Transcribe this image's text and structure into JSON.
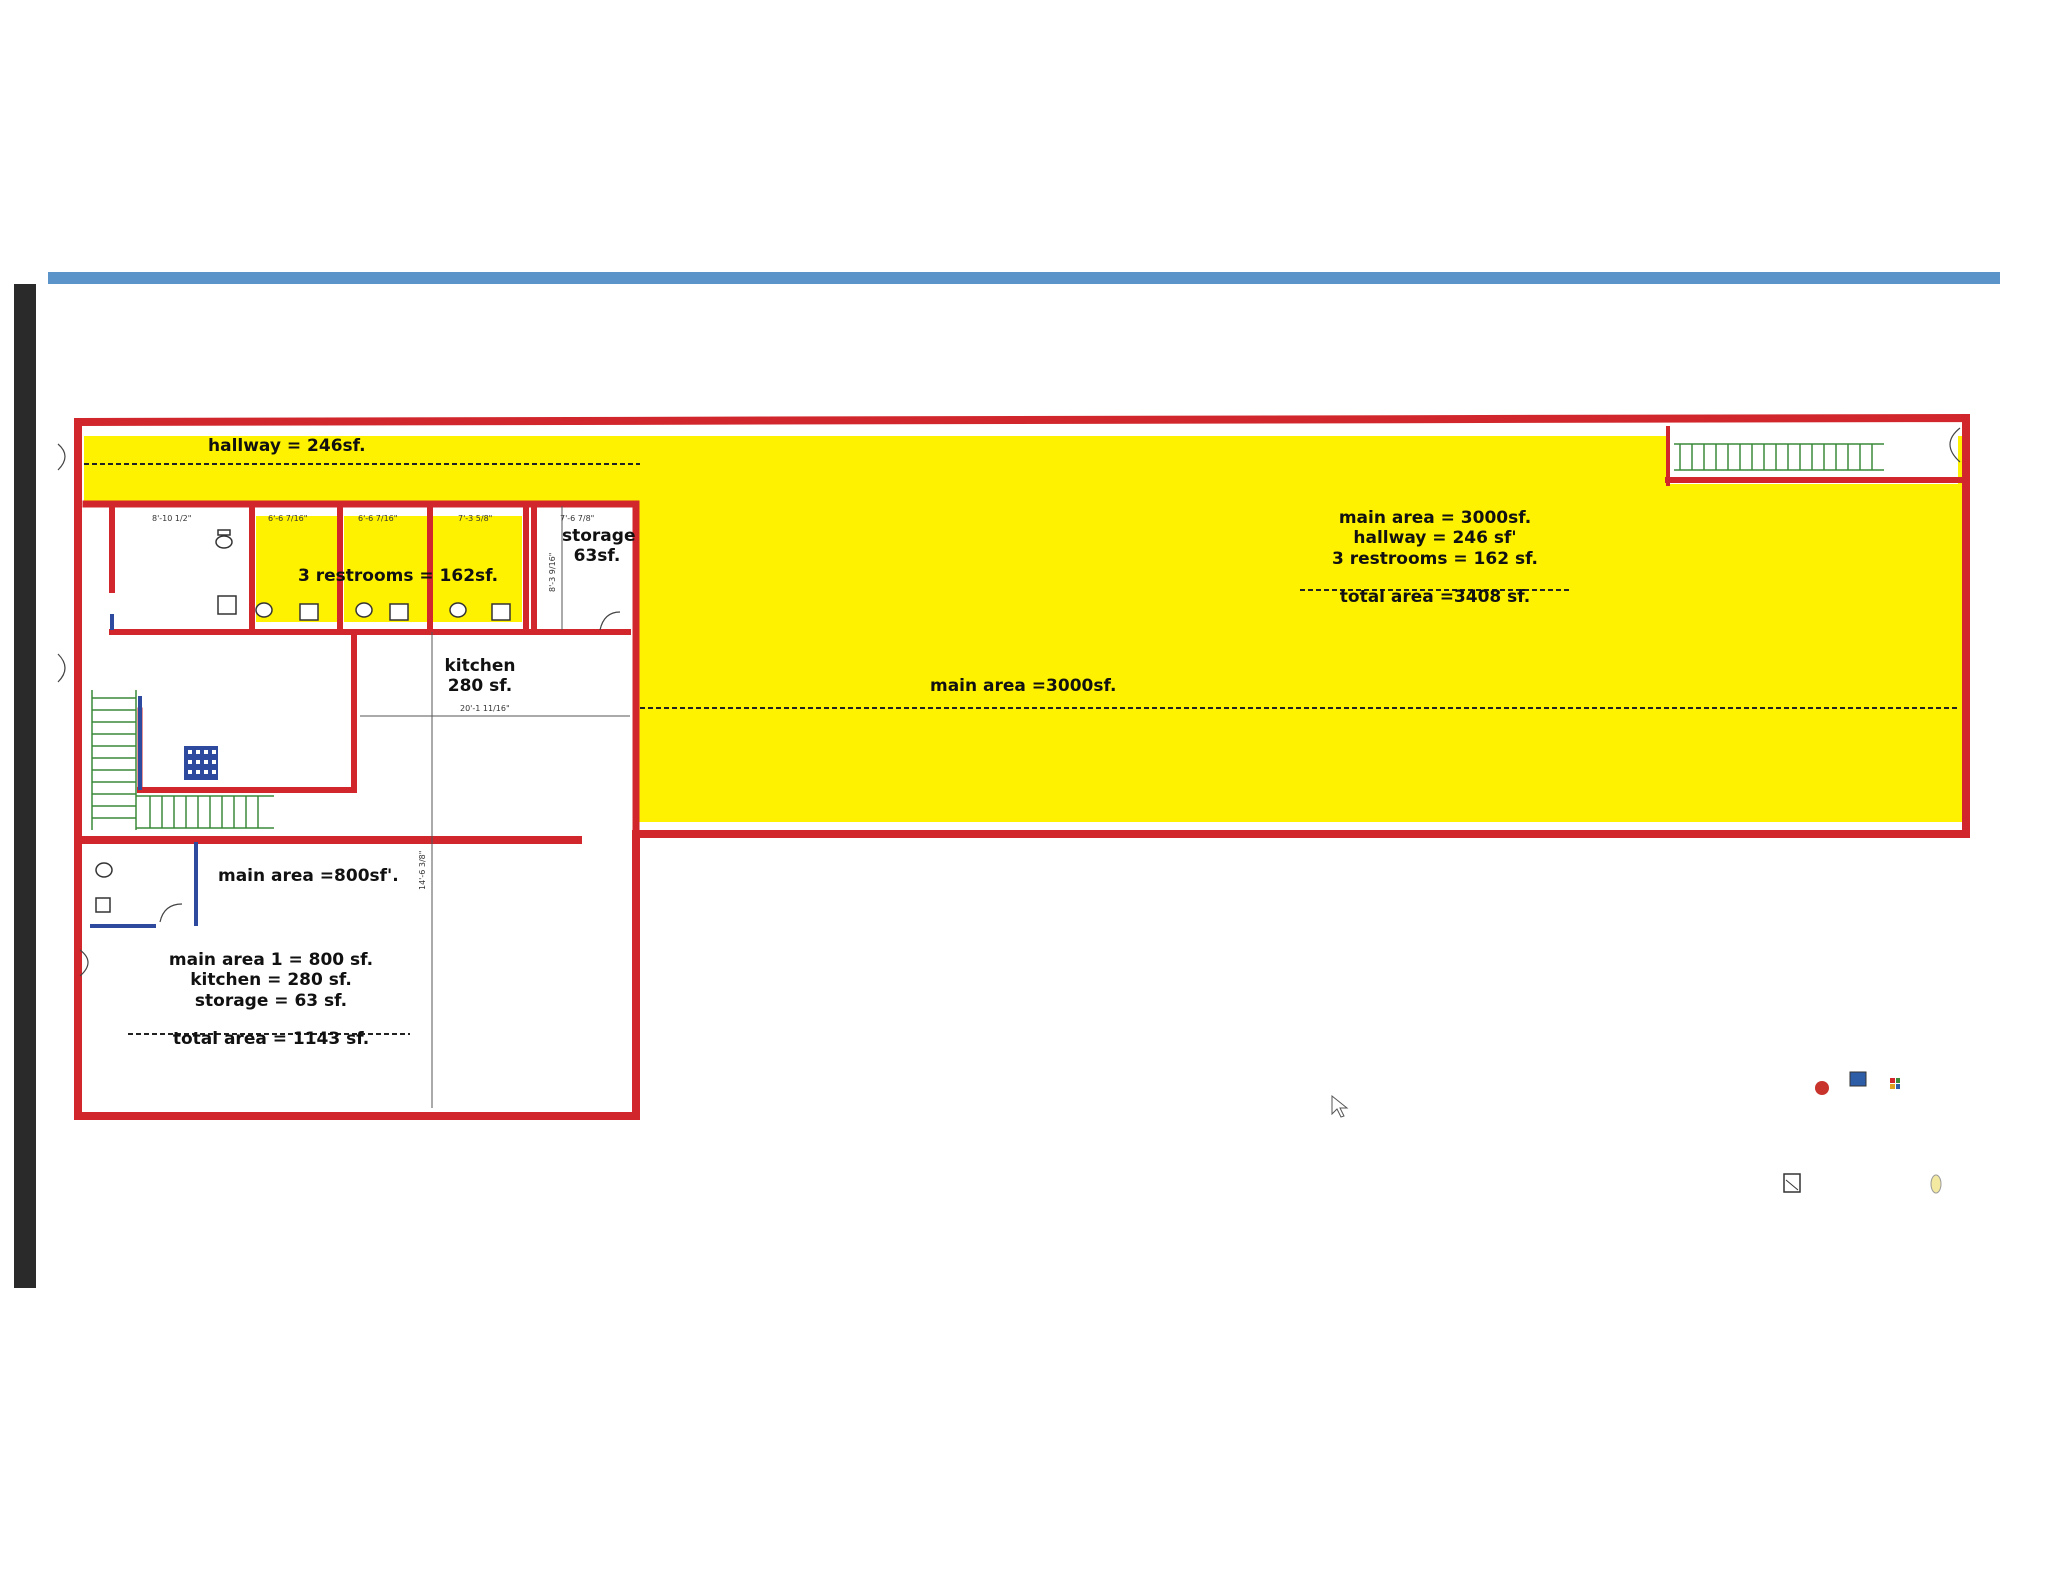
{
  "labels": {
    "hallway_top": "hallway = 246sf.",
    "restrooms": "3 restrooms = 162sf.",
    "storage": "storage\n63sf.",
    "kitchen": "kitchen\n280 sf.",
    "main_area_right": "main area =3000sf.",
    "main_area_left": "main area =800sf'.",
    "summary_right": {
      "line1": "main area = 3000sf.",
      "line2": "hallway = 246 sf'",
      "line3": "3 restrooms = 162 sf.",
      "total": "total area =3408 sf."
    },
    "summary_left": {
      "line1": "main area 1 = 800 sf.",
      "line2": "kitchen = 280 sf.",
      "line3": "storage = 63 sf.",
      "total": "total area = 1143 sf."
    }
  },
  "dimensions": {
    "d1": "8'-10 1/2\"",
    "d2": "6'-6 7/16\"",
    "d3": "6'-6 7/16\"",
    "d4": "7'-3 5/8\"",
    "d5": "7'-6 7/8\"",
    "d6": "8'-3 9/16\"",
    "d7": "20'-1 11/16\"",
    "d8": "14'-6 3/8\""
  },
  "colors": {
    "wall": "#d1272c",
    "fill": "#fff200",
    "blue_wall": "#2e4a9e",
    "stairs": "#3a8a3a"
  }
}
